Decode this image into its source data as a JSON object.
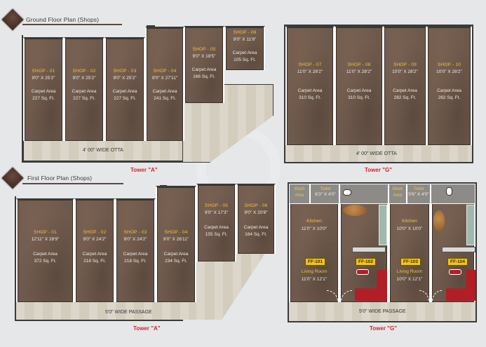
{
  "sections": {
    "ground": {
      "title": "Ground Floor Plan (Shops)"
    },
    "first": {
      "title": "First Floor Plan (Shops)"
    }
  },
  "ground_floor": {
    "tower_a": {
      "label": "Tower \"A\"",
      "passage": "4' 00\" WIDE OTTA",
      "shops": [
        {
          "name": "SHOP - 01",
          "dim": "9'0\" X 25'2\"",
          "area_label": "Carpet Area",
          "area": "227 Sq. Ft."
        },
        {
          "name": "SHOP - 02",
          "dim": "9'0\" X 25'2\"",
          "area_label": "Carpet Area",
          "area": "227 Sq. Ft."
        },
        {
          "name": "SHOP - 03",
          "dim": "9'0\" X 25'2\"",
          "area_label": "Carpet Area",
          "area": "227 Sq. Ft."
        },
        {
          "name": "SHOP - 04",
          "dim": "9'0\" X 27'11\"",
          "area_label": "Carpet Area",
          "area": "241 Sq. Ft."
        },
        {
          "name": "SHOP - 05",
          "dim": "9'0\" X 18'5\"",
          "area_label": "Carpet Area",
          "area": "166 Sq. Ft."
        },
        {
          "name": "SHOP - 06",
          "dim": "9'0\" X 11'8\"",
          "area_label": "Carpet Area",
          "area": "105 Sq. Ft."
        }
      ]
    },
    "tower_g": {
      "label": "Tower \"G\"",
      "passage": "4' 00\" WIDE OTTA",
      "shops": [
        {
          "name": "SHOP - 07",
          "dim": "11'0\" X 28'2\"",
          "area_label": "Carpet Area",
          "area": "310 Sq. Ft."
        },
        {
          "name": "SHOP - 08",
          "dim": "11'0\" X 28'2\"",
          "area_label": "Carpet Area",
          "area": "310 Sq. Ft."
        },
        {
          "name": "SHOP - 09",
          "dim": "10'0\" X 28'2\"",
          "area_label": "Carpet Area",
          "area": "282 Sq. Ft."
        },
        {
          "name": "SHOP - 10",
          "dim": "10'0\" X 28'2\"",
          "area_label": "Carpet Area",
          "area": "282 Sq. Ft."
        }
      ]
    }
  },
  "first_floor": {
    "tower_a": {
      "label": "Tower \"A\"",
      "passage": "5'0\" WIDE PASSAGE",
      "shops": [
        {
          "name": "SHOP - 01",
          "dim": "12'11\" X 28'9\"",
          "area_label": "Carpet Area",
          "area": "372 Sq. Ft."
        },
        {
          "name": "SHOP - 02",
          "dim": "9'0\" X 24'2\"",
          "area_label": "Carpet Area",
          "area": "218 Sq. Ft."
        },
        {
          "name": "SHOP - 03",
          "dim": "9'0\" X 24'2\"",
          "area_label": "Carpet Area",
          "area": "218 Sq. Ft."
        },
        {
          "name": "SHOP - 04",
          "dim": "9'0\" X 26'11\"",
          "area_label": "Carpet Area",
          "area": "234 Sq. Ft."
        },
        {
          "name": "SHOP - 05",
          "dim": "9'0\" X 17'3\"",
          "area_label": "Carpet Area",
          "area": "155 Sq. Ft."
        },
        {
          "name": "SHOP - 06",
          "dim": "9'0\" X 20'8\"",
          "area_label": "Carpet Area",
          "area": "164 Sq. Ft."
        }
      ]
    },
    "tower_g": {
      "label": "Tower \"G\"",
      "passage": "5'0\" WIDE PASSAGE",
      "flats": [
        {
          "id": "FF-101",
          "wash": "Wash Area",
          "toilet": "Toilet",
          "toilet_dim": "6'3\" X 4'0\"",
          "kitchen": "Kitchen",
          "kitchen_dim": "11'0\" X 10'0\"",
          "living": "Living Room",
          "living_dim": "11'0\" X 12'1\""
        },
        {
          "id": "FF-102"
        },
        {
          "id": "FF-103",
          "wash": "Wash Area",
          "toilet": "Toilet",
          "toilet_dim": "5'6\" X 4'0\"",
          "kitchen": "Kitchen",
          "kitchen_dim": "10'0\" X 10'0\"",
          "living": "Living Room",
          "living_dim": "10'0\" X 12'1\""
        },
        {
          "id": "FF-104"
        }
      ]
    }
  },
  "colors": {
    "background": "#e6e7e9",
    "shop_fill": "#6e5a4d",
    "shop_label": "#f2c23a",
    "tower_label": "#d0242b",
    "badge": "#f2c31b",
    "sofa": "#b31d25"
  }
}
